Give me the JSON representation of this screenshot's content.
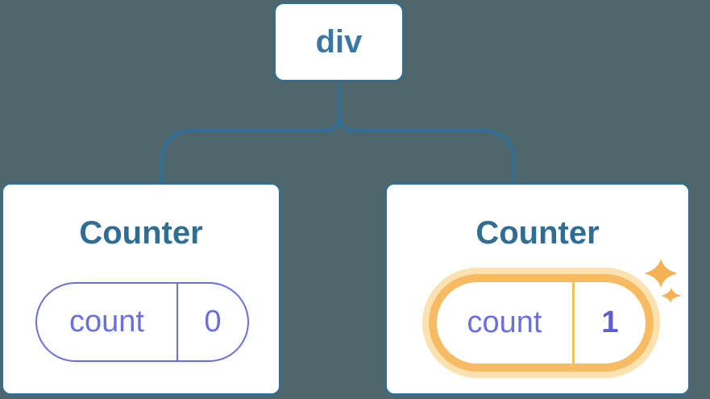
{
  "diagram": {
    "kind": "component-tree",
    "root": {
      "label": "div"
    },
    "children": [
      {
        "title": "Counter",
        "state": {
          "key": "count",
          "value": "0"
        },
        "highlighted": false
      },
      {
        "title": "Counter",
        "state": {
          "key": "count",
          "value": "1"
        },
        "highlighted": true
      }
    ]
  },
  "icons": {
    "sparkles": "four-point-stars marking updated state"
  },
  "colors": {
    "background": "#4d666c",
    "card_background": "#ffffff",
    "node_border_blue": "#2f6f9d",
    "root_label_blue": "#3a78a2",
    "title_blue": "#2f6d92",
    "state_purple": "#6b6fdd",
    "value_bold_purple": "#5a5ed0",
    "highlight_orange": "#f7bb63",
    "highlight_halo": "#fce2b0",
    "sparkle_orange": "#f5b155"
  }
}
